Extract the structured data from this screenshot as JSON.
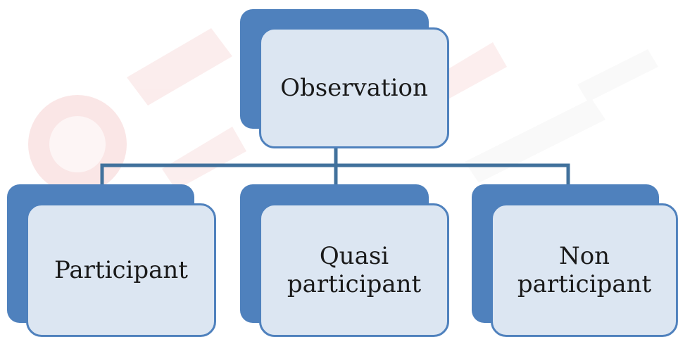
{
  "diagram": {
    "root": {
      "label": "Observation"
    },
    "children": [
      {
        "lines": [
          "Participant"
        ]
      },
      {
        "lines": [
          "Quasi",
          "participant"
        ]
      },
      {
        "lines": [
          "Non",
          "participant"
        ]
      }
    ]
  },
  "colors": {
    "box_dark": "#4f81bd",
    "box_light": "#dce6f2",
    "connector": "#41719c",
    "watermark": "#d9534f"
  }
}
